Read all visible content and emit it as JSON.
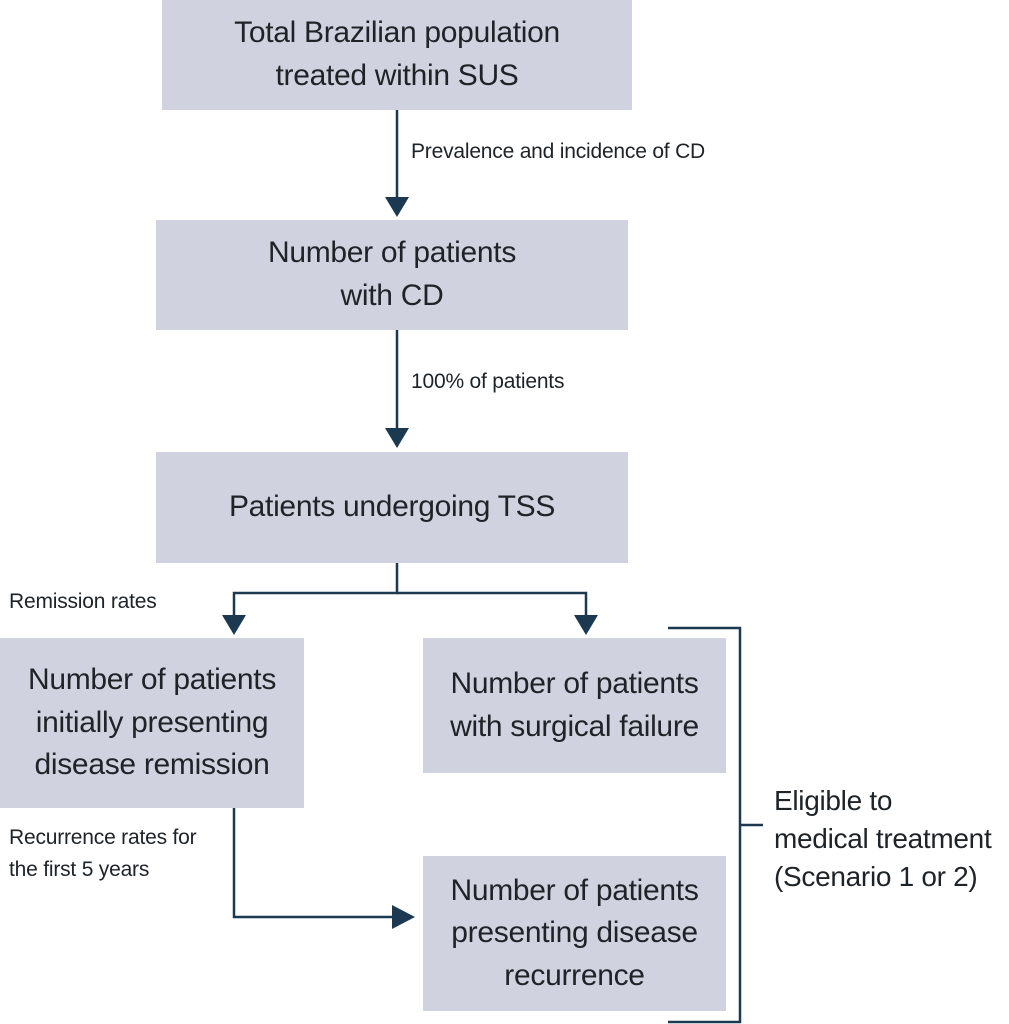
{
  "boxes": {
    "population": "Total Brazilian population\ntreated within SUS",
    "patients_cd": "Number of patients\nwith CD",
    "tss": "Patients undergoing TSS",
    "remission": "Number of patients\ninitially presenting\ndisease remission",
    "surgical_failure": "Number of patients\nwith surgical failure",
    "recurrence": "Number of patients\npresenting disease\nrecurrence"
  },
  "labels": {
    "prevalence": "Prevalence and incidence of CD",
    "all_patients": "100% of patients",
    "remission_rates": "Remission rates",
    "recurrence_rates": "Recurrence rates for\nthe first 5 years"
  },
  "bracket_label": "Eligible to\nmedical treatment\n(Scenario 1 or 2)",
  "colors": {
    "box_fill": "#d1d2df",
    "connector": "#1b3a52",
    "text": "#1e2328"
  }
}
